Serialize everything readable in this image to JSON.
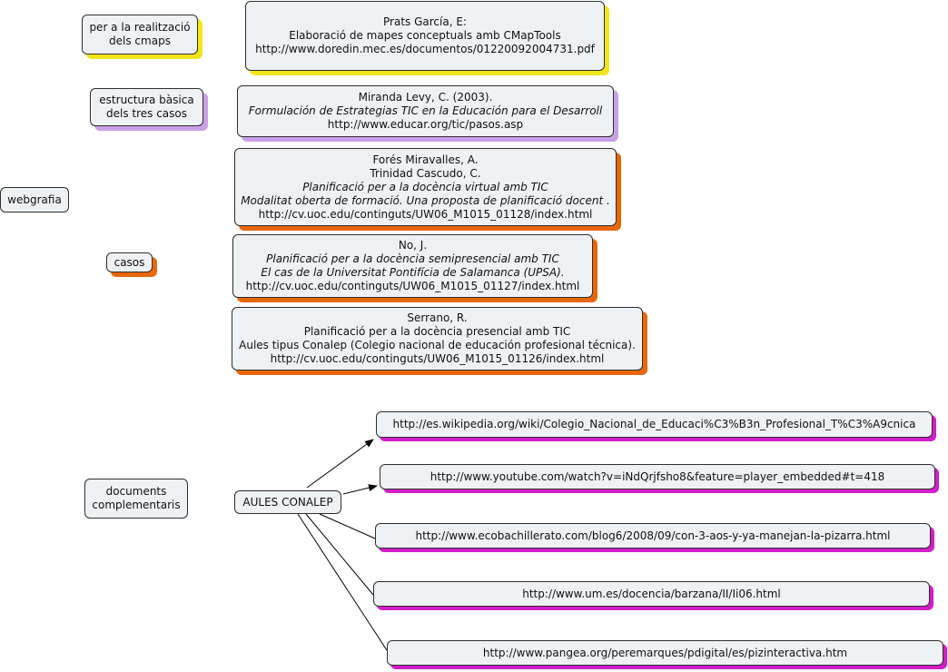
{
  "labels": {
    "cmaps": [
      "per a la realització",
      "dels cmaps"
    ],
    "estructura": [
      "estructura bàsica",
      "dels tres casos"
    ],
    "webgrafia": "webgrafia",
    "casos": "casos",
    "complementaris": [
      "documents",
      "complementaris"
    ],
    "aules": "AULES CONALEP"
  },
  "refs": {
    "prats": [
      "Prats García, E:",
      "Elaboració de mapes conceptuals amb CMapTools",
      "http://www.doredin.mec.es/documentos/01220092004731.pdf"
    ],
    "miranda": [
      "Miranda Levy, C. (2003).",
      "Formulación de Estrategias TIC en la Educación para el Desarroll",
      "http://www.educar.org/tic/pasos.asp"
    ],
    "fores": [
      "Forés Miravalles, A.",
      "Trinidad Cascudo, C.",
      "Planificació per a la docència virtual amb TIC",
      "Modalitat oberta de formació. Una proposta de planificació docent .",
      "http://cv.uoc.edu/continguts/UW06_M1015_01128/index.html"
    ],
    "no": [
      "No, J.",
      "Planificació per a la docència semipresencial amb TIC",
      "El cas de la Universitat Pontifícia de Salamanca  (UPSA).",
      "http://cv.uoc.edu/continguts/UW06_M1015_01127/index.html"
    ],
    "serrano": [
      "Serrano, R.",
      "Planificació per a la docència presencial amb TIC",
      "Aules tipus Conalep (Colegio nacional de educación profesional técnica).",
      "http://cv.uoc.edu/continguts/UW06_M1015_01126/index.html"
    ]
  },
  "links": [
    "http://es.wikipedia.org/wiki/Colegio_Nacional_de_Educaci%C3%B3n_Profesional_T%C3%A9cnica",
    "http://www.youtube.com/watch?v=iNdQrjfsho8&feature=player_embedded#t=418",
    "http://www.ecobachillerato.com/blog6/2008/09/con-3-aos-y-ya-manejan-la-pizarra.html",
    "http://www.um.es/docencia/barzana/II/Ii06.html",
    "http://www.pangea.org/peremarques/pdigital/es/pizinteractiva.htm"
  ],
  "colors": {
    "node_fill": "#eef2f4",
    "yellow_shadow": "#f2e61b",
    "purple_shadow": "#c9a0e8",
    "orange_shadow": "#e8670a",
    "magenta_shadow": "#d21dc8"
  }
}
